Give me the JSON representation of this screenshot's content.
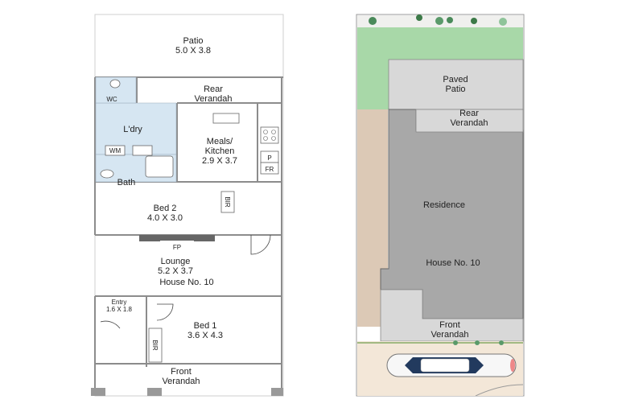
{
  "floor_plan": {
    "patio": {
      "name": "Patio",
      "size": "5.0 X 3.8"
    },
    "rear_verandah": {
      "line1": "Rear",
      "line2": "Verandah"
    },
    "wc": "WC",
    "laundry": "L'dry",
    "wm": "WM",
    "meals_kitchen": {
      "line1": "Meals/",
      "line2": "Kitchen",
      "size": "2.9 X 3.7"
    },
    "pantry": "P",
    "fridge": "FR",
    "bath": "Bath",
    "built_in_robe": "BIR",
    "bed2": {
      "name": "Bed 2",
      "size": "4.0 X 3.0"
    },
    "fireplace": "FP",
    "lounge": {
      "name": "Lounge",
      "size": "5.2 X 3.7"
    },
    "house_number": "House No. 10",
    "entry": {
      "name": "Entry",
      "size": "1.6 X 1.8"
    },
    "bed1": {
      "name": "Bed 1",
      "size": "3.6 X 4.3"
    },
    "front_verandah": {
      "line1": "Front",
      "line2": "Verandah"
    }
  },
  "site_plan": {
    "paved_patio": {
      "line1": "Paved",
      "line2": "Patio"
    },
    "rear_verandah": {
      "line1": "Rear",
      "line2": "Verandah"
    },
    "residence": "Residence",
    "house_number": "House No. 10",
    "front_verandah": {
      "line1": "Front",
      "line2": "Verandah"
    }
  },
  "colors": {
    "wet_area": "#d6e6f2",
    "lawn": "#a8d8a8",
    "paving": "#d8d8d8",
    "residence": "#a8a8a8",
    "side_path": "#dcc9b6",
    "driveway": "#f3e7d8"
  }
}
